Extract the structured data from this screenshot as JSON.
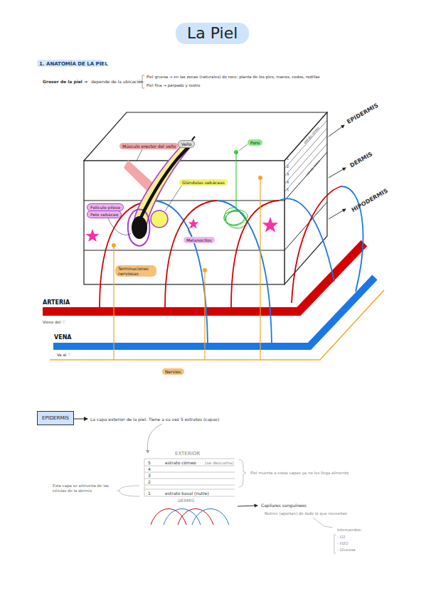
{
  "diagram": {
    "title": "La Piel",
    "nodes": [
      {
        "text": [
          "Músculo erector del vello"
        ]
      },
      {
        "text": [
          "Vello"
        ]
      },
      {
        "text": [
          "Poro"
        ]
      },
      {
        "text": [
          "Glándulas sebáceas"
        ]
      },
      {
        "text": [
          "Folículo piloso"
        ]
      },
      {
        "text": [
          "Pelo sebáceo"
        ]
      },
      {
        "text": [
          "Melanocitos"
        ]
      },
      {
        "text": [
          "Terminaciones nerviosas"
        ]
      },
      {
        "text": [
          "Nervios"
        ]
      },
      {
        "text": [
          "EPIDERMIS"
        ]
      }
    ],
    "labels": [
      "1. ANATOMÍA DE LA PIEL",
      "Grosor de la piel →",
      "depende de la ubicación",
      "Piel gruesa → en las zonas (naturales) de roce: planta de los pies, manos, codos, rodillas",
      "Piel fina → párpado y rostro",
      "EPIDERMIS",
      "DERMIS",
      "HIPODERMIS",
      "estrato córneo",
      "estrato basal",
      "1",
      "2",
      "3",
      "4",
      "5",
      "ARTERIA",
      "Viene del ♡",
      "VENA",
      "Va al ♡",
      "EXTERIOR",
      "5",
      "estrato córneo",
      "(se descama)",
      "4",
      "3",
      "2",
      "1",
      "estrato basal (nutre)",
      "Esta capa se alimenta de las células de la dermis",
      "Piel muerta a estas capas ya no les llega alimento",
      "DERMIS",
      "Capilares sanguíneos",
      "Nutren (aportan) de todo lo que necesitan",
      "Intercambio:",
      "- O2",
      "- H2O",
      "- Glucosa",
      "La capa exterior de la piel. Tiene a su vez 5 estratos (capas)"
    ]
  }
}
